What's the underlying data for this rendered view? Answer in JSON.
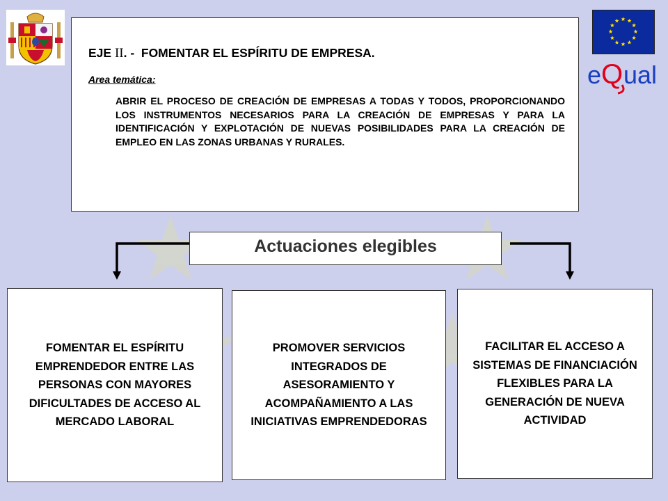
{
  "header": {
    "eje_prefix": "EJE",
    "eje_roman": "II",
    "eje_suffix": ". -  FOMENTAR EL ESPÍRITU DE EMPRESA.",
    "area_label": "Area temática:",
    "area_text": "ABRIR EL PROCESO DE CREACIÓN DE EMPRESAS A TODAS Y TODOS, PROPORCIONANDO LOS INSTRUMENTOS NECESARIOS PARA LA CREACIÓN DE EMPRESAS Y PARA LA IDENTIFICACIÓN Y EXPLOTACIÓN DE NUEVAS POSIBILIDADES PARA LA CREACIÓN DE EMPLEO EN LAS ZONAS URBANAS Y RURALES."
  },
  "actuaciones_title": "Actuaciones elegibles",
  "columns": [
    {
      "text": "FOMENTAR EL ESPÍRITU EMPRENDEDOR ENTRE LAS PERSONAS CON MAYORES DIFICULTADES DE ACCESO AL MERCADO LABORAL"
    },
    {
      "text": "PROMOVER SERVICIOS INTEGRADOS DE ASESORAMIENTO Y ACOMPAÑAMIENTO A LAS INICIATIVAS EMPRENDEDORAS"
    },
    {
      "text": "FACILITAR EL ACCESO A SISTEMAS DE FINANCIACIÓN FLEXIBLES PARA LA GENERACIÓN DE NUEVA ACTIVIDAD"
    }
  ],
  "logos": {
    "spain_shield": "spain-coat-of-arms",
    "eu_flag": "eu-flag",
    "equal": {
      "e1": "e",
      "q": "Q",
      "rest": "ual"
    }
  },
  "colors": {
    "background": "#cdd0ec",
    "eu_blue": "#0a2a9e",
    "eu_star": "#ffe000",
    "equal_blue": "#1a3fbf",
    "equal_red": "#e0001a"
  }
}
